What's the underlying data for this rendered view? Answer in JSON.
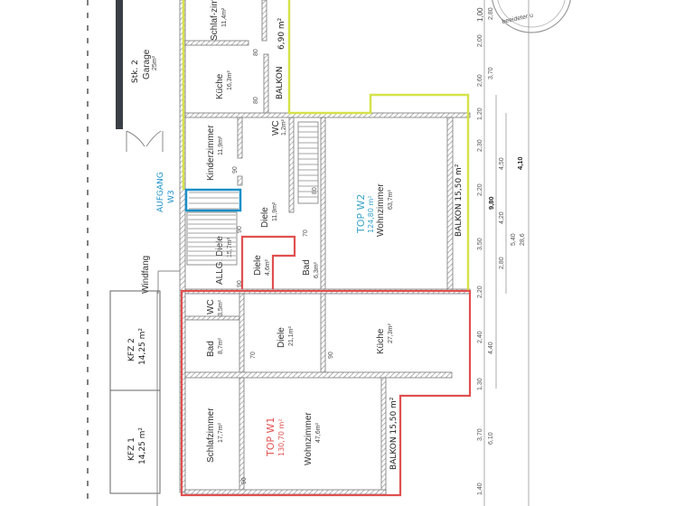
{
  "colors": {
    "unit_w1": "#e0504f",
    "unit_w2": "#d6e24a",
    "unit_w3": "#1b8fc7",
    "wall": "#777777",
    "garage_wall": "#3a3f45"
  },
  "garage": {
    "label": "Garage",
    "area": "25m²",
    "note": "Stk. 2"
  },
  "windfang": "Windfang",
  "aufgang": {
    "line1": "AUFGANG",
    "line2": "W3"
  },
  "parking": [
    {
      "label": "KFZ 2",
      "area": "14,25 m²"
    },
    {
      "label": "KFZ 1",
      "area": "14,25 m²"
    }
  ],
  "rooms": {
    "schlafzimmer_top": {
      "name": "Schlaf-zimmer",
      "area": "11,4m²"
    },
    "kueche_top": {
      "name": "Küche",
      "area": "16,3m²"
    },
    "balkon_top": {
      "name": "BALKON",
      "area": "6,90 m²"
    },
    "wc_top": {
      "name": "WC",
      "area": "1,2m²"
    },
    "kinderzimmer": {
      "name": "Kinderzimmer",
      "area": "11,9m²"
    },
    "diele_w3": {
      "name": "Diele",
      "area": "11,9m²"
    },
    "allg_diele": {
      "name": "ALLG. Diele",
      "area": "15,7m²"
    },
    "diele_small": {
      "name": "Diele",
      "area": "4,6m²"
    },
    "bad_w2": {
      "name": "Bad",
      "area": "6,3m²"
    },
    "wohnzimmer_w2": {
      "name": "Wohnzimmer",
      "area": "63,7m²"
    },
    "wc_w1": {
      "name": "WC",
      "area": "3,5m²"
    },
    "bad_w1": {
      "name": "Bad",
      "area": "8,7m²"
    },
    "diele_w1": {
      "name": "Diele",
      "area": "21,1m²"
    },
    "kueche_w1": {
      "name": "Küche",
      "area": "27,3m²"
    },
    "schlafzimmer_w1": {
      "name": "Schlafzimmer",
      "area": "17,7m²"
    },
    "wohnzimmer_w1": {
      "name": "Wohnzimmer",
      "area": "47,6m²"
    }
  },
  "units": {
    "w1": {
      "label": "TOP W1",
      "area": "130,70 m²"
    },
    "w2": {
      "label": "TOP W2",
      "area": "124,80 m²"
    }
  },
  "balconies": {
    "w2": "BALKON 15,50 m²",
    "w1": "BALKON 15,50 m²"
  },
  "door_widths": [
    "80",
    "80",
    "90",
    "90",
    "90",
    "90",
    "90",
    "70",
    "80",
    "70",
    "90",
    "90"
  ],
  "dimensions": {
    "col1": [
      "1,00",
      "2,00",
      "2,60",
      "1,20",
      "2,30",
      "2,20",
      "3,50",
      "2,20",
      "2,40",
      "1,30",
      "3,70",
      "1,40"
    ],
    "col2": [
      "2,80",
      "3,70",
      "4,40",
      "6,10"
    ],
    "col3": [
      "4,50",
      "9,80",
      "4,20",
      "2,80",
      "5,40",
      "4,10",
      "28,6"
    ]
  },
  "stamp_text": "beeideter u"
}
